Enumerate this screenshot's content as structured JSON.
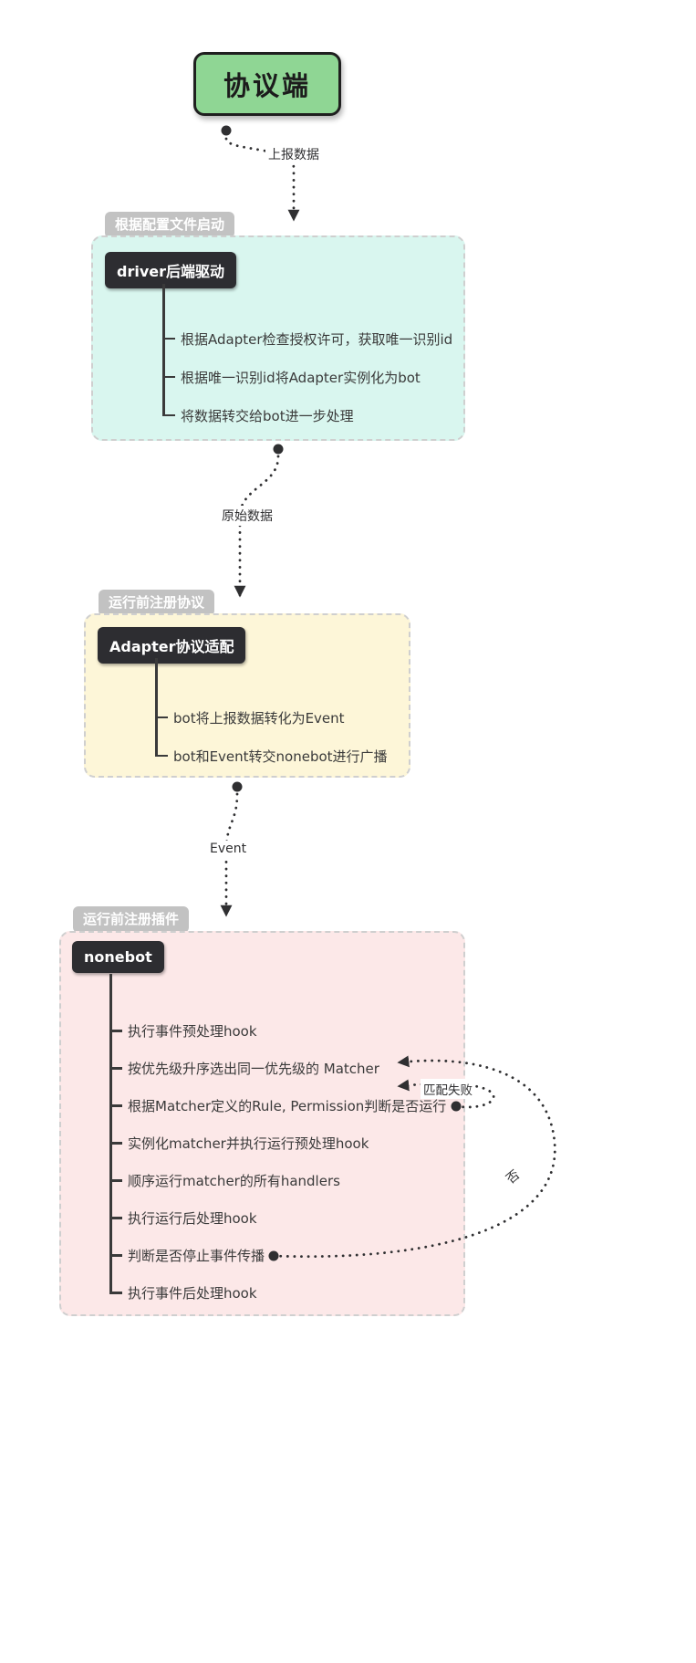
{
  "diagram": {
    "title_node": "协议端",
    "edges": {
      "report": "上报数据",
      "raw": "原始数据",
      "event": "Event",
      "match_fail": "匹配失败",
      "no": "否"
    },
    "groups": [
      {
        "tab": "根据配置文件启动",
        "badge": "driver后端驱动",
        "items": [
          "根据Adapter检查授权许可，获取唯一识别id",
          "根据唯一识别id将Adapter实例化为bot",
          "将数据转交给bot进一步处理"
        ]
      },
      {
        "tab": "运行前注册协议",
        "badge": "Adapter协议适配",
        "items": [
          "bot将上报数据转化为Event",
          "bot和Event转交nonebot进行广播"
        ]
      },
      {
        "tab": "运行前注册插件",
        "badge": "nonebot",
        "items": [
          "执行事件预处理hook",
          "按优先级升序选出同一优先级的 Matcher",
          "根据Matcher定义的Rule, Permission判断是否运行",
          "实例化matcher并执行运行预处理hook",
          "顺序运行matcher的所有handlers",
          "执行运行后处理hook",
          "判断是否停止事件传播",
          "执行事件后处理hook"
        ]
      }
    ],
    "colors": {
      "root_fill": "#8fd694",
      "group_teal": "#d9f6ef",
      "group_yellow": "#fdf6d8",
      "group_pink": "#fce8e8",
      "ink": "#2f2f31",
      "tab_gray": "#c2c2c2"
    }
  }
}
